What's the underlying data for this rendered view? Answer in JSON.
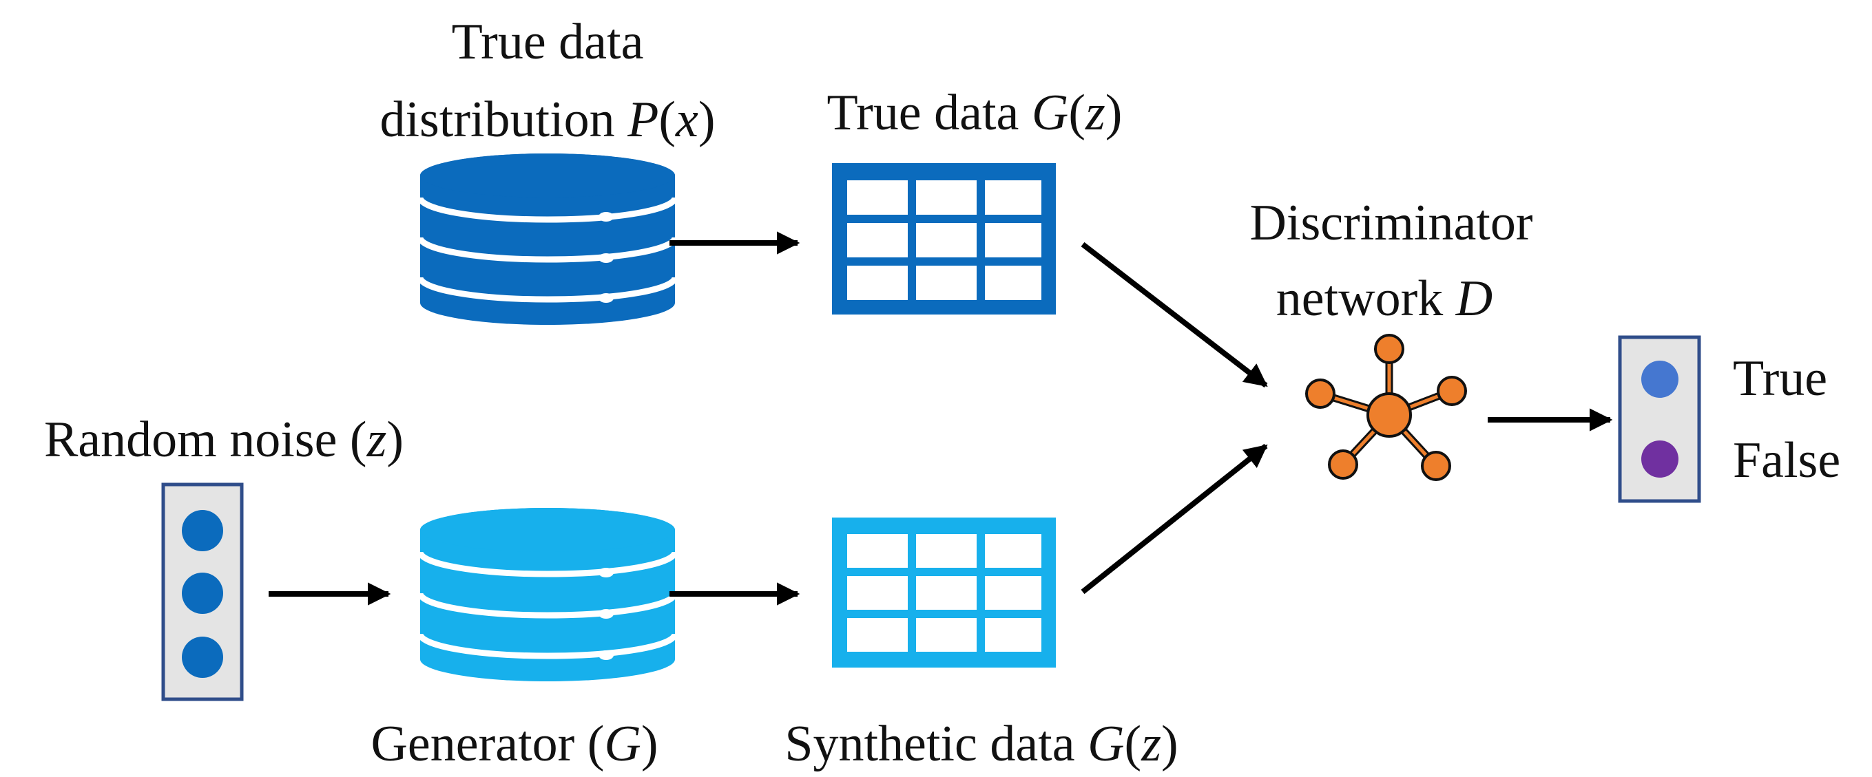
{
  "labels": {
    "true_dist_line1": "True data",
    "true_dist_line2_prefix": "distribution ",
    "true_dist_var": "P",
    "true_dist_paren_open": "(",
    "true_dist_arg": "x",
    "true_dist_paren_close": ")",
    "true_data_prefix": "True data ",
    "true_data_var": "G",
    "true_data_paren_open": "(",
    "true_data_arg": "z",
    "true_data_paren_close": ")",
    "discriminator_line1": "Discriminator",
    "discriminator_line2_prefix": "network ",
    "discriminator_var": "D",
    "noise_prefix": "Random noise (",
    "noise_var": "z",
    "noise_suffix": ")",
    "generator_prefix": "Generator (",
    "generator_var": "G",
    "generator_suffix": ")",
    "synthetic_prefix": "Synthetic data ",
    "synthetic_var": "G",
    "synthetic_paren_open": "(",
    "synthetic_arg": "z",
    "synthetic_paren_close": ")",
    "output_true": "True",
    "output_false": "False"
  },
  "icons": {
    "true_database": "database-icon",
    "generator_database": "database-icon",
    "true_table": "table-grid-icon",
    "synthetic_table": "table-grid-icon",
    "discriminator": "network-node-icon",
    "noise_vector": "vector-icon",
    "output_vector": "output-vector-icon"
  },
  "colors": {
    "true_data_blue": "#0b6bbd",
    "synthetic_blue": "#17b0ec",
    "discriminator_orange": "#ee7f2c",
    "noise_dot": "#0b6bbd",
    "output_true_dot": "#4577d0",
    "output_false_dot": "#7030a0",
    "vector_border": "#2f4d8a",
    "vector_fill": "#e4e4e4",
    "arrow": "#000000"
  }
}
